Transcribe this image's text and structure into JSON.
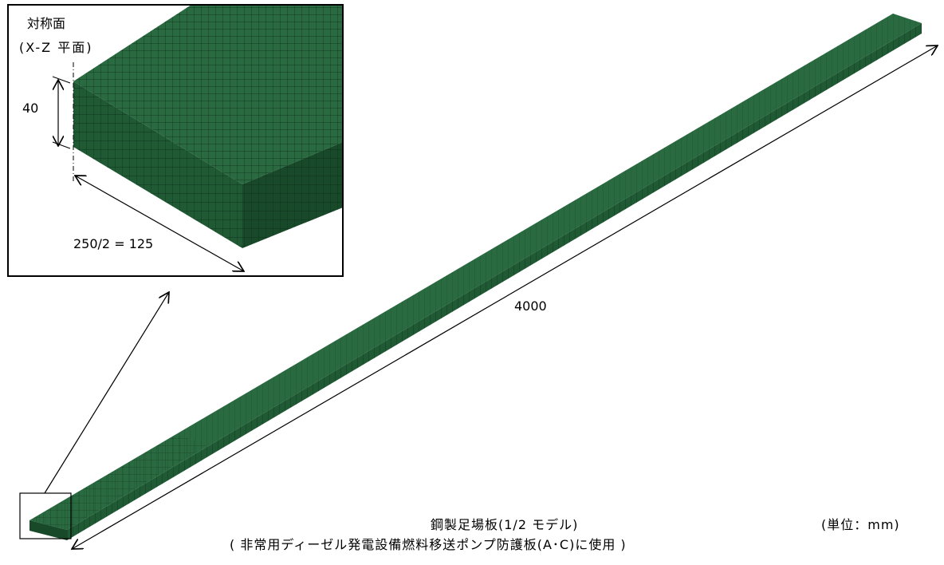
{
  "inset": {
    "title_line1": "対称面",
    "title_line2": "(X-Z 平面)",
    "height_dim": "40",
    "width_dim": "250/2 = 125"
  },
  "main": {
    "length_dim": "4000"
  },
  "caption": {
    "line1": "鋼製足場板(1/2 モデル)",
    "line2": "( 非常用ディーゼル発電設備燃料移送ポンプ防護板(A･C)に使用 )",
    "unit": "(単位：mm)"
  },
  "colors": {
    "mesh_top": "#2a6a40",
    "mesh_side": "#1f5a34",
    "mesh_end": "#184a2a",
    "grid": "#0d2a17",
    "outline": "#000000"
  }
}
